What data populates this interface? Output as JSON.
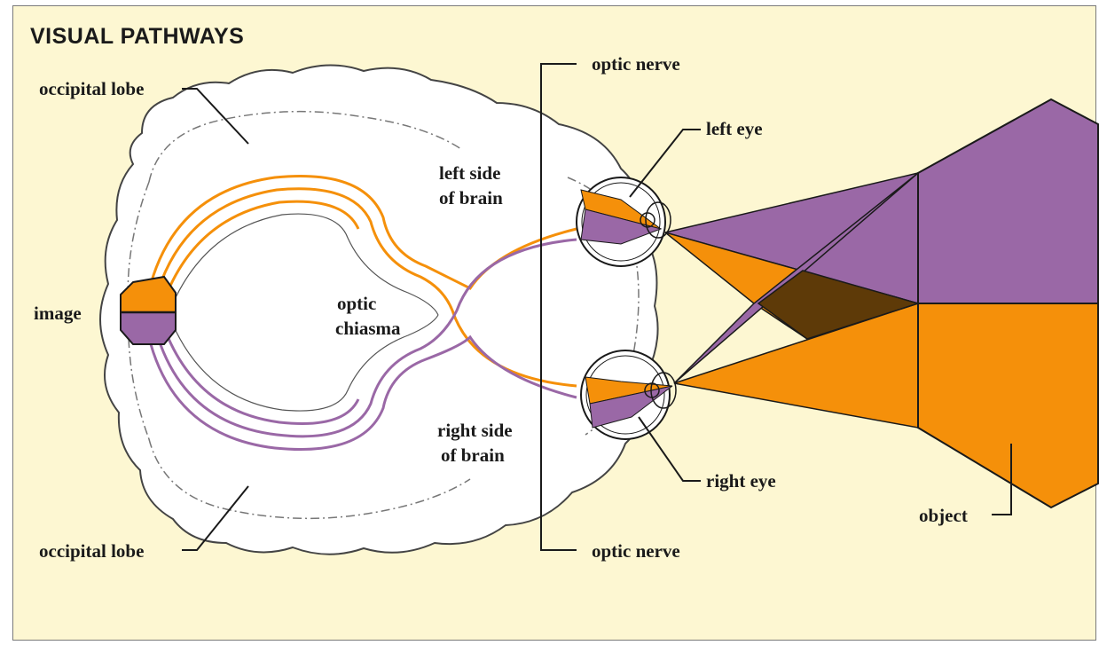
{
  "title": "VISUAL PATHWAYS",
  "labels": {
    "occipital_lobe_top": "occipital lobe",
    "occipital_lobe_bottom": "occipital lobe",
    "image": "image",
    "left_side_line1": "left side",
    "left_side_line2": "of brain",
    "right_side_line1": "right side",
    "right_side_line2": "of brain",
    "optic_chiasma_line1": "optic",
    "optic_chiasma_line2": "chiasma",
    "optic_nerve_top": "optic nerve",
    "optic_nerve_bottom": "optic nerve",
    "left_eye": "left eye",
    "right_eye": "right eye",
    "object": "object"
  },
  "colors": {
    "background": "#fdf7d2",
    "purple": "#9a68a6",
    "orange": "#f5900a",
    "overlap": "#5e3a08",
    "brain": "#ffffff",
    "ink": "#1a1a1a"
  }
}
